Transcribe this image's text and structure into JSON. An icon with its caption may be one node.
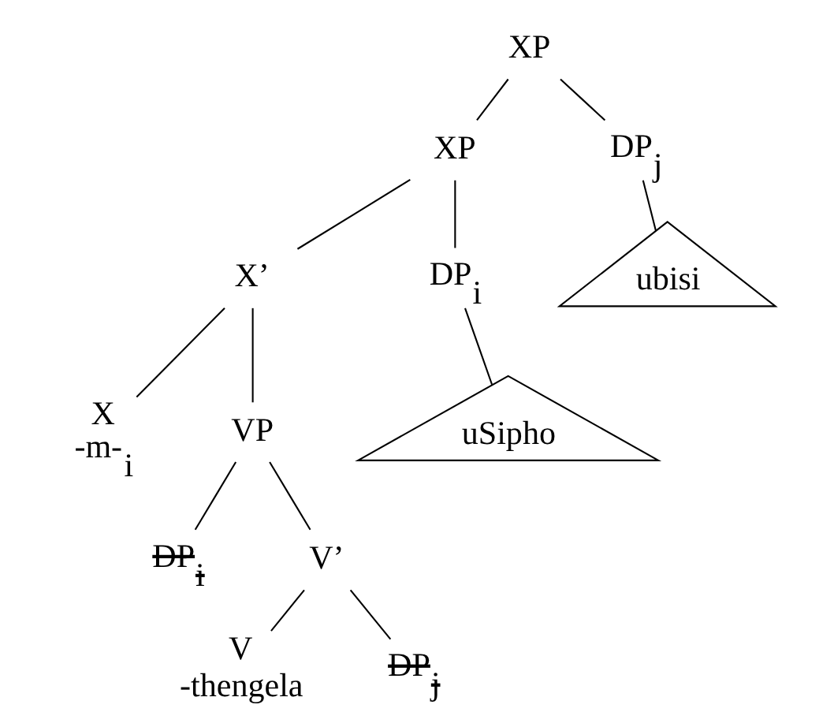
{
  "diagram": {
    "nodes": [
      {
        "text": [
          "XP"
        ]
      },
      {
        "text": [
          "XP"
        ]
      },
      {
        "text": [
          "DP$_{j}$"
        ]
      },
      {
        "text": [
          "X’"
        ]
      },
      {
        "text": [
          "DP$_{i}$"
        ]
      },
      {
        "text": [
          "ubisi"
        ]
      },
      {
        "text": [
          "X"
        ],
        "beside": [
          "-m-$_{i}$"
        ]
      },
      {
        "text": [
          "VP"
        ]
      },
      {
        "text": [
          "uSipho"
        ]
      },
      {
        "text": [
          "DP$_{i}$"
        ]
      },
      {
        "text": [
          "V’"
        ]
      },
      {
        "text": [
          "V"
        ],
        "beside": [
          "-thengela"
        ]
      },
      {
        "text": [
          "DP$_{j}$"
        ]
      }
    ],
    "edges": [
      {
        "from": 0,
        "to": 1,
        "arrow": "none"
      },
      {
        "from": 0,
        "to": 2,
        "arrow": "none"
      },
      {
        "from": 1,
        "to": 3,
        "arrow": "none"
      },
      {
        "from": 1,
        "to": 4,
        "arrow": "none"
      },
      {
        "from": 2,
        "to": 5,
        "arrow": "none"
      },
      {
        "from": 3,
        "to": 6,
        "arrow": "none"
      },
      {
        "from": 3,
        "to": 7,
        "arrow": "none"
      },
      {
        "from": 4,
        "to": 8,
        "arrow": "none"
      },
      {
        "from": 7,
        "to": 9,
        "arrow": "none"
      },
      {
        "from": 7,
        "to": 10,
        "arrow": "none"
      },
      {
        "from": 10,
        "to": 11,
        "arrow": "none"
      },
      {
        "from": 10,
        "to": 12,
        "arrow": "none"
      }
    ]
  }
}
